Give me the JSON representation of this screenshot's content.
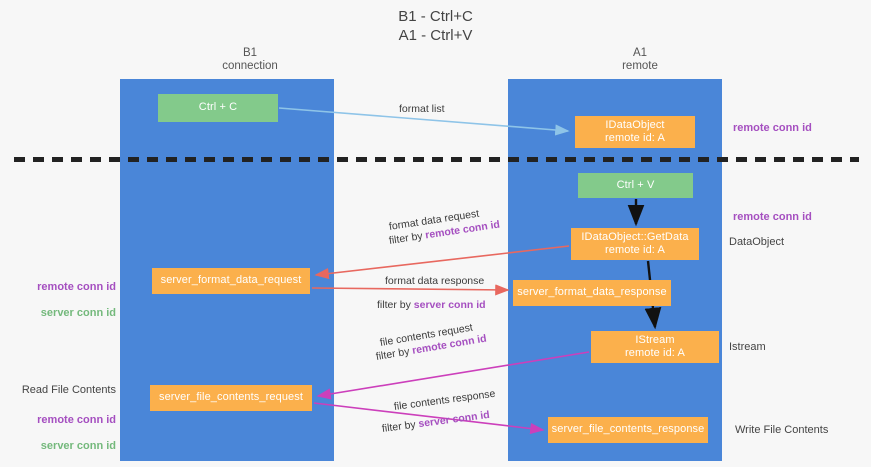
{
  "title": "B1 - Ctrl+C\nA1 - Ctrl+V",
  "columns": {
    "left": "B1\nconnection",
    "right": "A1\nremote"
  },
  "nodes": {
    "ctrl_c": "Ctrl + C",
    "idataobject": "IDataObject\nremote id: A",
    "ctrl_v": "Ctrl + V",
    "getdata": "IDataObject::GetData\nremote id: A",
    "server_format_data_request": "server_format_data_request",
    "server_format_data_response": "server_format_data_response",
    "istream": "IStream\nremote id: A",
    "server_file_contents_request": "server_file_contents_request",
    "server_file_contents_response": "server_file_contents_response"
  },
  "edges": {
    "format_list": "format list",
    "format_data_request": "format data request",
    "filter_by_remote_1": "filter by ",
    "format_data_response": "format data response",
    "filter_by_server_1": "filter by ",
    "file_contents_request": "file contents request",
    "filter_by_remote_2": "filter by ",
    "file_contents_response": "file contents response",
    "filter_by_server_2": "filter by "
  },
  "ids": {
    "remote_conn_id": "remote conn id",
    "server_conn_id": "server conn id"
  },
  "annotations": {
    "remote_conn_id_top": "remote conn id",
    "remote_conn_id_mid": "remote conn id",
    "dataobject": "DataObject",
    "istream": "Istream",
    "write_file_contents": "Write File Contents",
    "read_file_contents": "Read File Contents"
  },
  "colors": {
    "lane": "#4a86d8",
    "node_green": "#83ca8b",
    "node_orange": "#fbb04c",
    "remote_id_purple": "#a54fc0",
    "server_id_green": "#74b97c",
    "arrow_blue": "#8ec4e8",
    "arrow_red": "#e8685f",
    "arrow_magenta": "#cc3fbb",
    "arrow_black": "#111111",
    "divider": "#222222"
  }
}
